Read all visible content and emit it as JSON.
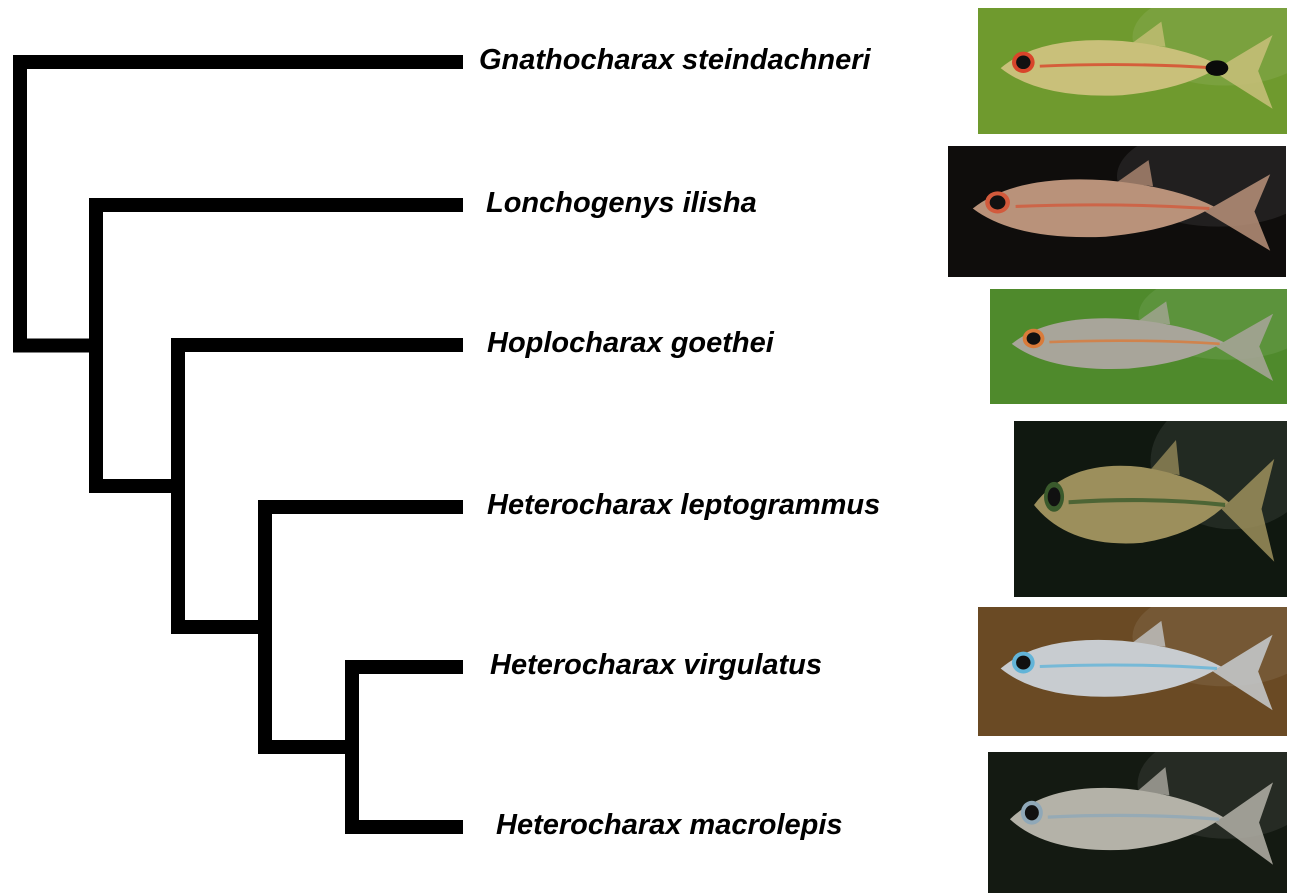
{
  "taxa": [
    {
      "name": "Gnathocharax steindachneri",
      "photo_icon": "fish-photo-icon",
      "background": "#6f9a2e",
      "body_color": "#c9c07a",
      "accent": "#d8452a",
      "tail_spot": true
    },
    {
      "name": "Lonchogenys ilisha",
      "photo_icon": "fish-photo-icon",
      "background": "#0f0d0c",
      "body_color": "#b9927a",
      "accent": "#d25a3c",
      "tail_spot": false
    },
    {
      "name": "Hoplocharax goethei",
      "photo_icon": "fish-photo-icon",
      "background": "#4f8a2c",
      "body_color": "#a8a59a",
      "accent": "#d97b3a",
      "tail_spot": false
    },
    {
      "name": "Heterocharax leptogrammus",
      "photo_icon": "fish-photo-icon",
      "background": "#101810",
      "body_color": "#9c8f5c",
      "accent": "#3a5a2c",
      "tail_spot": false
    },
    {
      "name": "Heterocharax virgulatus",
      "photo_icon": "fish-photo-icon",
      "background": "#6a4a24",
      "body_color": "#c8ccd0",
      "accent": "#62b4d8",
      "tail_spot": false
    },
    {
      "name": "Heterocharax macrolepis",
      "photo_icon": "fish-photo-icon",
      "background": "#141a12",
      "body_color": "#b4b2a8",
      "accent": "#8fa8b8",
      "tail_spot": false
    }
  ],
  "topology": "(Gnathocharax steindachneri,(Lonchogenys ilisha,(Hoplocharax goethei,(Heterocharax leptogrammus,(Heterocharax virgulatus,Heterocharax macrolepis)))))",
  "colors": {
    "branch": "#000000",
    "label": "#000000"
  }
}
